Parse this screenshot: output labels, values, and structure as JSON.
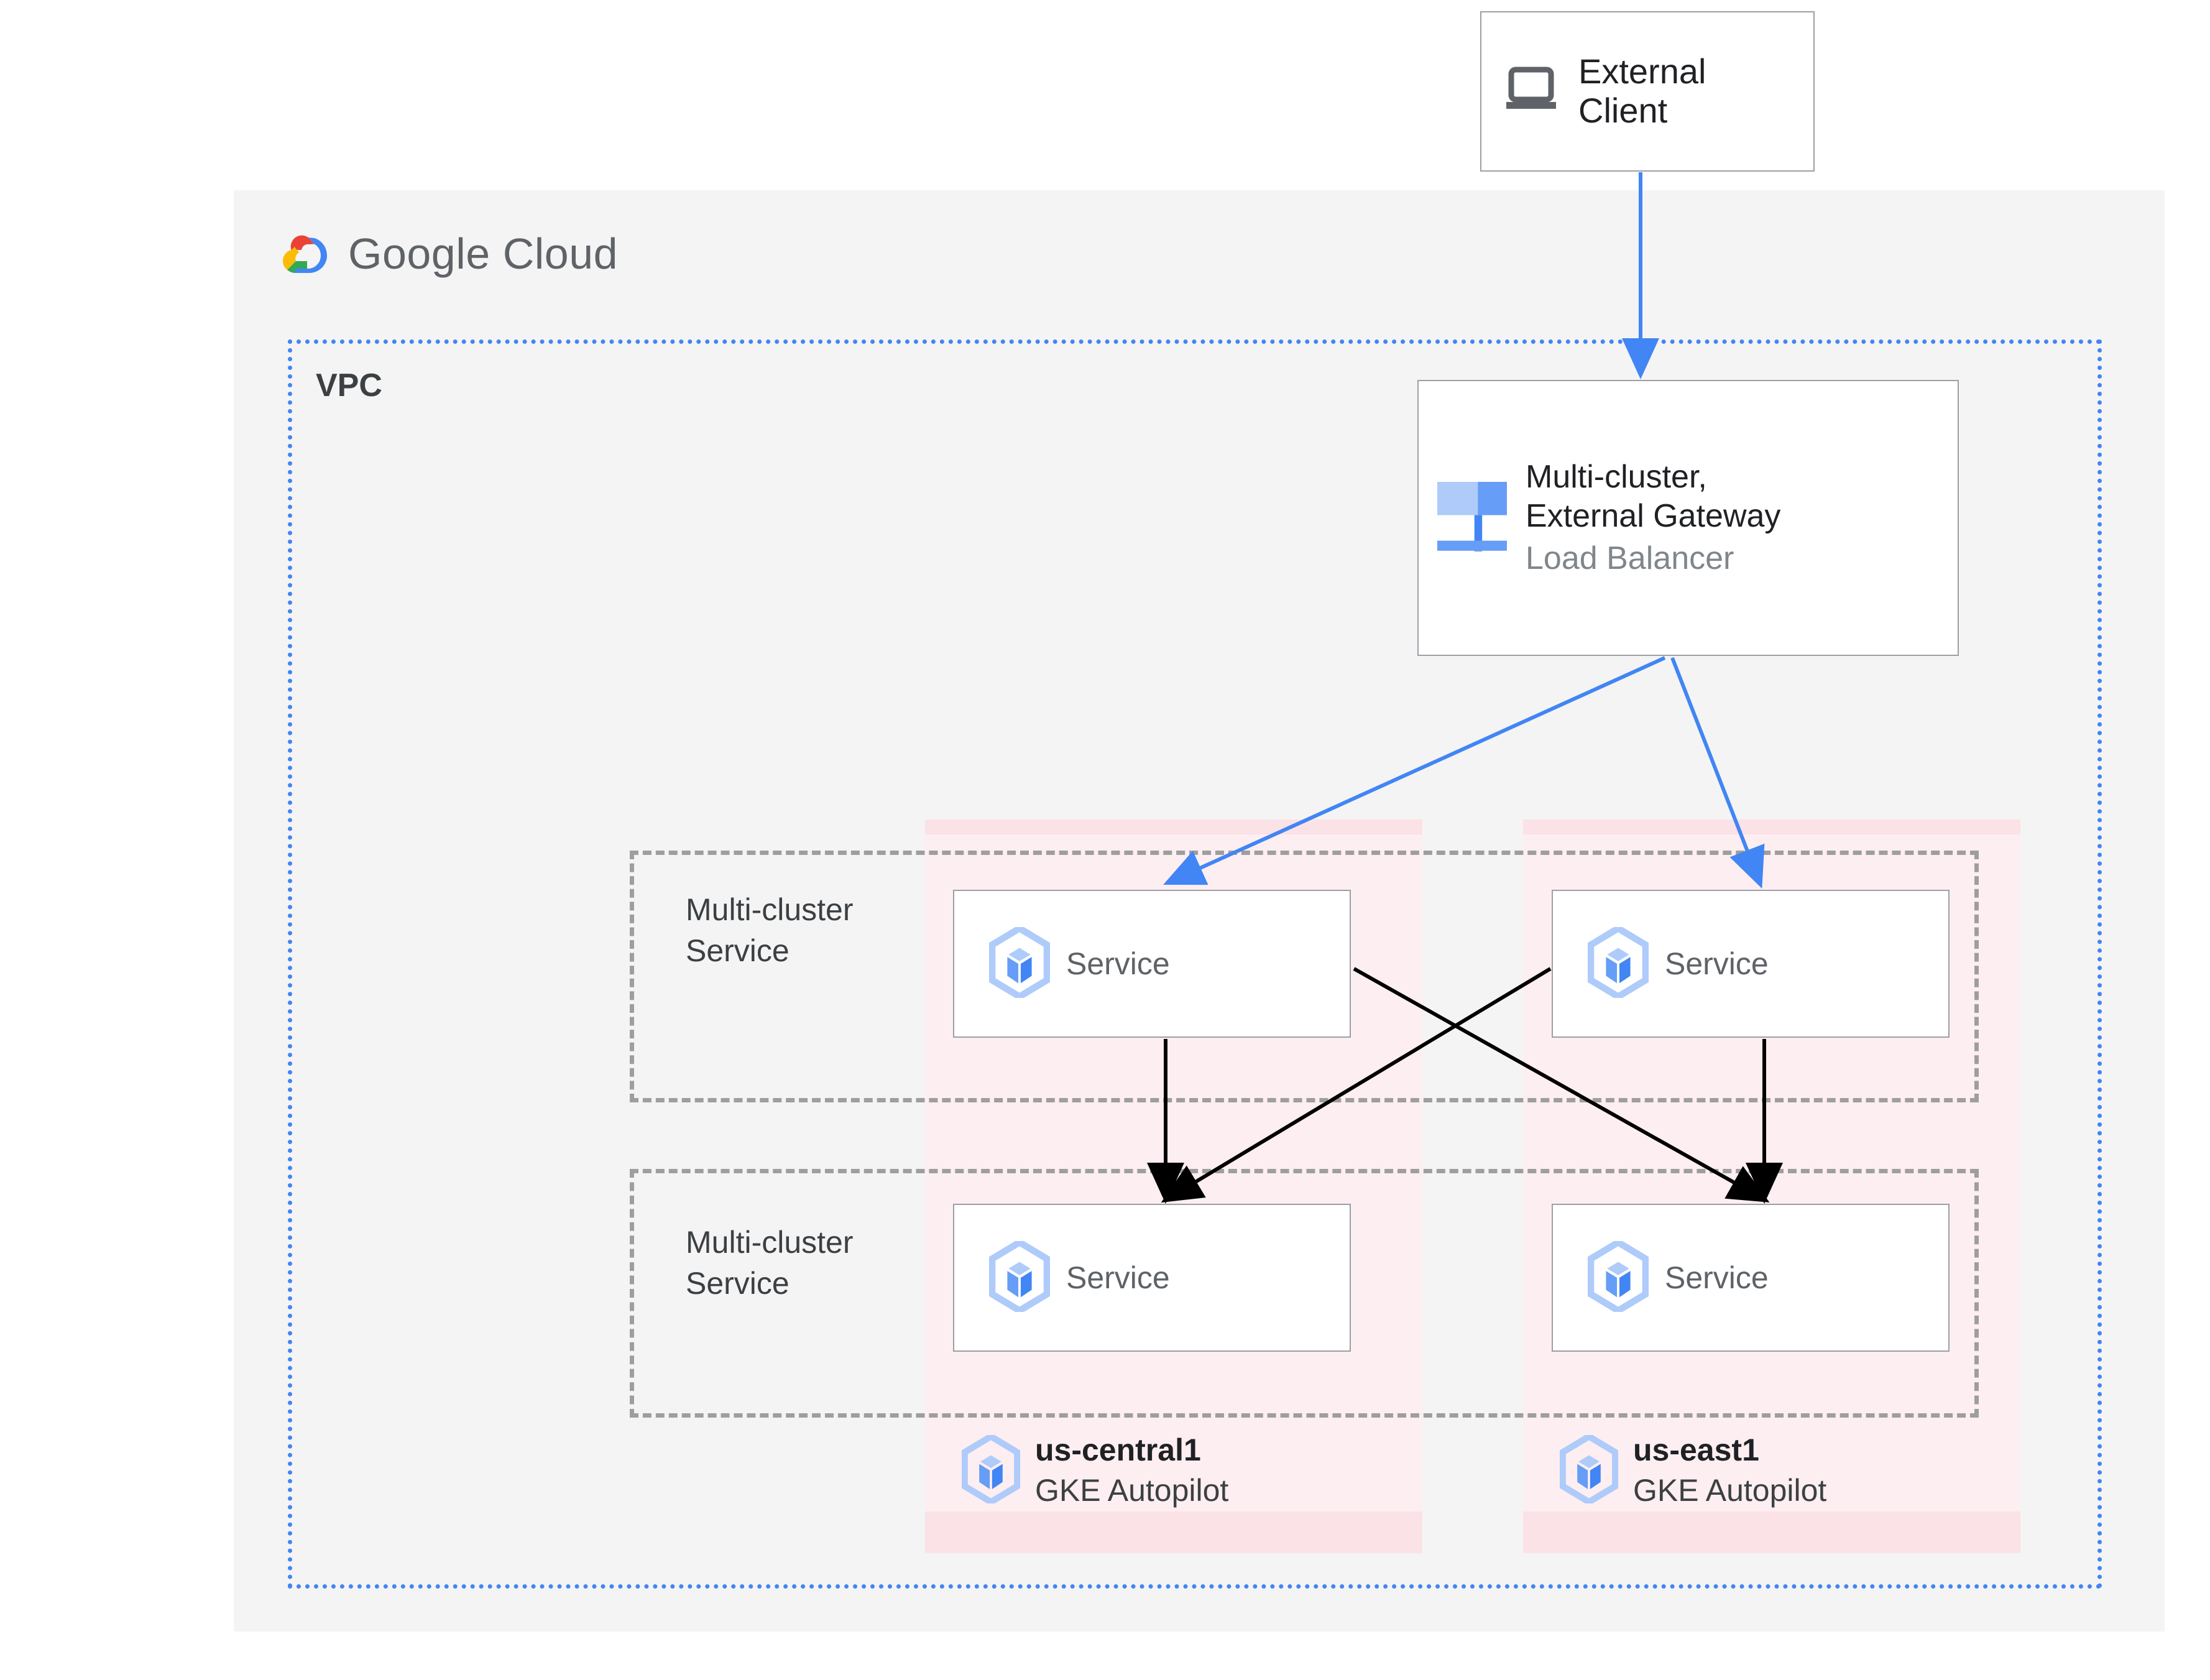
{
  "brand": {
    "name_bold": "Google",
    "name_light": "Cloud",
    "logo_icon": "google-cloud-logo"
  },
  "external_client": {
    "icon": "laptop-icon",
    "label_line1": "External",
    "label_line2": "Client"
  },
  "vpc": {
    "label": "VPC",
    "border_color": "#4285f4"
  },
  "load_balancer": {
    "icon": "load-balancer-hierarchy-icon",
    "title_line1": "Multi-cluster,",
    "title_line2": "External Gateway",
    "subtitle": "Load Balancer"
  },
  "service_groups": [
    {
      "id": "mcs-top",
      "label_line1": "Multi-cluster",
      "label_line2": "Service"
    },
    {
      "id": "mcs-bottom",
      "label_line1": "Multi-cluster",
      "label_line2": "Service"
    }
  ],
  "services": [
    {
      "id": "svc-tl",
      "label": "Service",
      "icon": "gke-service-icon"
    },
    {
      "id": "svc-tr",
      "label": "Service",
      "icon": "gke-service-icon"
    },
    {
      "id": "svc-bl",
      "label": "Service",
      "icon": "gke-service-icon"
    },
    {
      "id": "svc-br",
      "label": "Service",
      "icon": "gke-service-icon"
    }
  ],
  "clusters": [
    {
      "id": "us-central1",
      "name": "us-central1",
      "type": "GKE Autopilot",
      "icon": "gke-cluster-icon"
    },
    {
      "id": "us-east1",
      "name": "us-east1",
      "type": "GKE Autopilot",
      "icon": "gke-cluster-icon"
    }
  ],
  "colors": {
    "vpc_border": "#4285f4",
    "cluster_band": "#fbe2e7",
    "panel_bg": "#f4f4f4",
    "blue_arrow": "#4285f4",
    "black_arrow": "#000000",
    "group_border": "#9e9e9e"
  },
  "connections": [
    {
      "from": "external-client",
      "to": "load-balancer",
      "color": "#4285f4"
    },
    {
      "from": "load-balancer",
      "to": "svc-tl",
      "color": "#4285f4"
    },
    {
      "from": "load-balancer",
      "to": "svc-tr",
      "color": "#4285f4"
    },
    {
      "from": "svc-tl",
      "to": "svc-bl",
      "color": "#000000"
    },
    {
      "from": "svc-tr",
      "to": "svc-br",
      "color": "#000000"
    },
    {
      "from": "svc-tl",
      "to": "svc-br",
      "color": "#000000"
    },
    {
      "from": "svc-tr",
      "to": "svc-bl",
      "color": "#000000"
    }
  ]
}
